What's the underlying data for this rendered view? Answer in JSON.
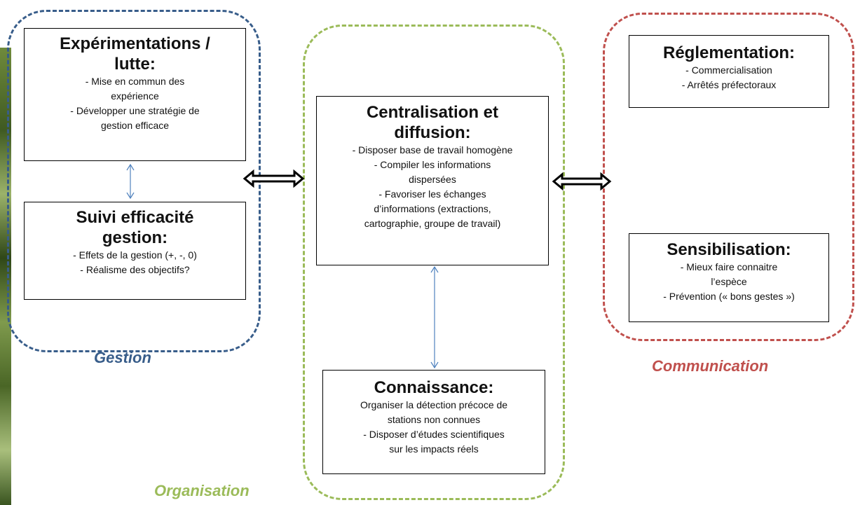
{
  "groups": {
    "gestion": {
      "label": "Gestion",
      "color": "#385d8a",
      "boxes": [
        {
          "title": [
            "Expérimentations /",
            "lutte:"
          ],
          "lines": [
            "- Mise en commun des",
            "expérience",
            "- Développer une stratégie de",
            "gestion efficace"
          ]
        },
        {
          "title": [
            "Suivi efficacité",
            "gestion:"
          ],
          "lines": [
            "- Effets de la gestion (+, -, 0)",
            "- Réalisme des objectifs?"
          ]
        }
      ]
    },
    "organisation": {
      "label": "Organisation",
      "color": "#9bbb59",
      "boxes": [
        {
          "title": [
            "Centralisation et",
            "diffusion:"
          ],
          "lines": [
            "- Disposer base de travail homogène",
            "- Compiler les informations",
            "dispersées",
            "- Favoriser les échanges",
            "d’informations (extractions,",
            "cartographie, groupe de travail)"
          ]
        },
        {
          "title": [
            "Connaissance:"
          ],
          "lines": [
            "Organiser la détection précoce de",
            "stations non connues",
            "- Disposer d’études scientifiques",
            "sur les impacts réels"
          ]
        }
      ]
    },
    "communication": {
      "label": "Communication",
      "color": "#c0504d",
      "boxes": [
        {
          "title": [
            "Réglementation:"
          ],
          "lines": [
            "- Commercialisation",
            "- Arrêtés préfectoraux"
          ]
        },
        {
          "title": [
            "Sensibilisation:"
          ],
          "lines": [
            "- Mieux faire connaitre",
            "l’espèce",
            "- Prévention (« bons gestes »)"
          ]
        }
      ]
    }
  },
  "connector_color": "#4f81bd"
}
